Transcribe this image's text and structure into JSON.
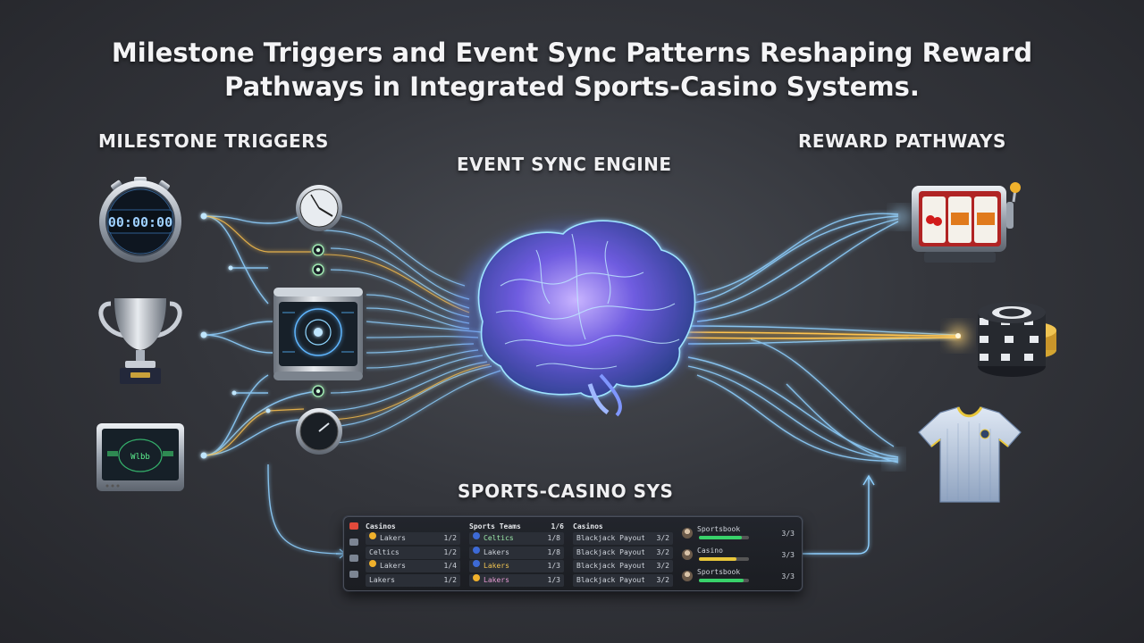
{
  "title_line1": "Milestone Triggers and Event Sync Patterns Reshaping Reward",
  "title_line2": "Pathways in Integrated Sports-Casino Systems.",
  "sections": {
    "milestone": "MILESTONE TRIGGERS",
    "engine": "EVENT SYNC ENGINE",
    "rewards": "REWARD PATHWAYS",
    "system": "SPORTS-CASINO SYS"
  },
  "timer_display": "00:00:00",
  "tablet_display": "Wlbb",
  "slot_symbols": [
    "cherry",
    "bar",
    "bar"
  ],
  "colors": {
    "flow_blue": "#7ec8ff",
    "flow_gold": "#ffc34d",
    "brain_cyan": "#5fd8ff",
    "brain_violet": "#9b6bff",
    "panel_bg": "#1e2026",
    "bar_green": "#38d26a",
    "bar_yellow": "#e8c63a"
  },
  "dashboard": {
    "col1": {
      "header": "Casinos",
      "rows": [
        {
          "name": "Lakers",
          "value": "1/2"
        },
        {
          "name": "Celtics",
          "value": "1/2"
        },
        {
          "name": "Lakers",
          "value": "1/4"
        },
        {
          "name": "Lakers",
          "value": "1/2"
        }
      ]
    },
    "col2": {
      "header": "Sports Teams",
      "header_value": "1/6",
      "rows": [
        {
          "name": "Celtics",
          "value": "1/8"
        },
        {
          "name": "Lakers",
          "value": "1/8"
        },
        {
          "name": "Lakers",
          "value": "1/3"
        },
        {
          "name": "Lakers",
          "value": "1/3"
        }
      ]
    },
    "col3": {
      "header": "Casinos",
      "rows": [
        {
          "name": "Blackjack Payout:",
          "value": "3/2"
        },
        {
          "name": "Blackjack Payout:",
          "value": "3/2"
        },
        {
          "name": "Blackjack Payout:",
          "value": "3/2"
        },
        {
          "name": "Blackjack Payout:",
          "value": "3/2"
        }
      ]
    },
    "col4": {
      "rows": [
        {
          "name": "Sportsbook",
          "value": "3/3",
          "progress": 0.85,
          "color": "#38d26a"
        },
        {
          "name": "Casino",
          "value": "3/3",
          "progress": 0.75,
          "color": "#e8c63a"
        },
        {
          "name": "Sportsbook",
          "value": "3/3",
          "progress": 0.9,
          "color": "#38d26a"
        }
      ]
    }
  }
}
